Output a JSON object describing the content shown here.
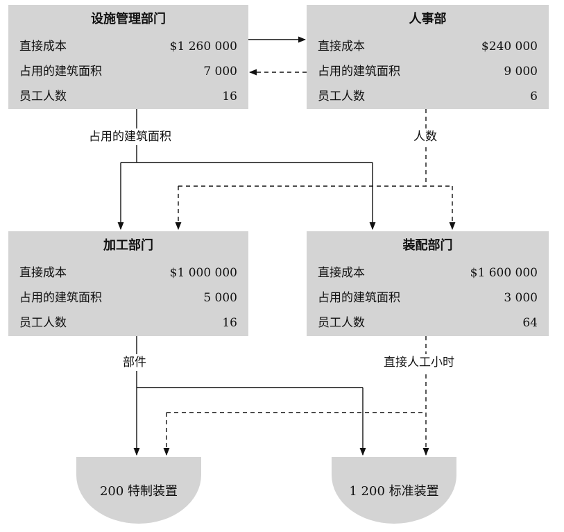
{
  "departments": {
    "facilities": {
      "title": "设施管理部门",
      "rows": [
        {
          "label": "直接成本",
          "value": "$1 260 000"
        },
        {
          "label": "占用的建筑面积",
          "value": "7 000"
        },
        {
          "label": "员工人数",
          "value": "16"
        }
      ]
    },
    "hr": {
      "title": "人事部",
      "rows": [
        {
          "label": "直接成本",
          "value": "$240 000"
        },
        {
          "label": "占用的建筑面积",
          "value": "9 000"
        },
        {
          "label": "员工人数",
          "value": "6"
        }
      ]
    },
    "machining": {
      "title": "加工部门",
      "rows": [
        {
          "label": "直接成本",
          "value": "$1 000 000"
        },
        {
          "label": "占用的建筑面积",
          "value": "5 000"
        },
        {
          "label": "员工人数",
          "value": "16"
        }
      ]
    },
    "assembly": {
      "title": "装配部门",
      "rows": [
        {
          "label": "直接成本",
          "value": "$1 600 000"
        },
        {
          "label": "占用的建筑面积",
          "value": "3 000"
        },
        {
          "label": "员工人数",
          "value": "64"
        }
      ]
    }
  },
  "edge_labels": {
    "floor_space": "占用的建筑面积",
    "headcount": "人数",
    "parts": "部件",
    "direct_labor_hours": "直接人工小时"
  },
  "products": {
    "special": "200 特制装置",
    "standard": "1 200 标准装置"
  }
}
